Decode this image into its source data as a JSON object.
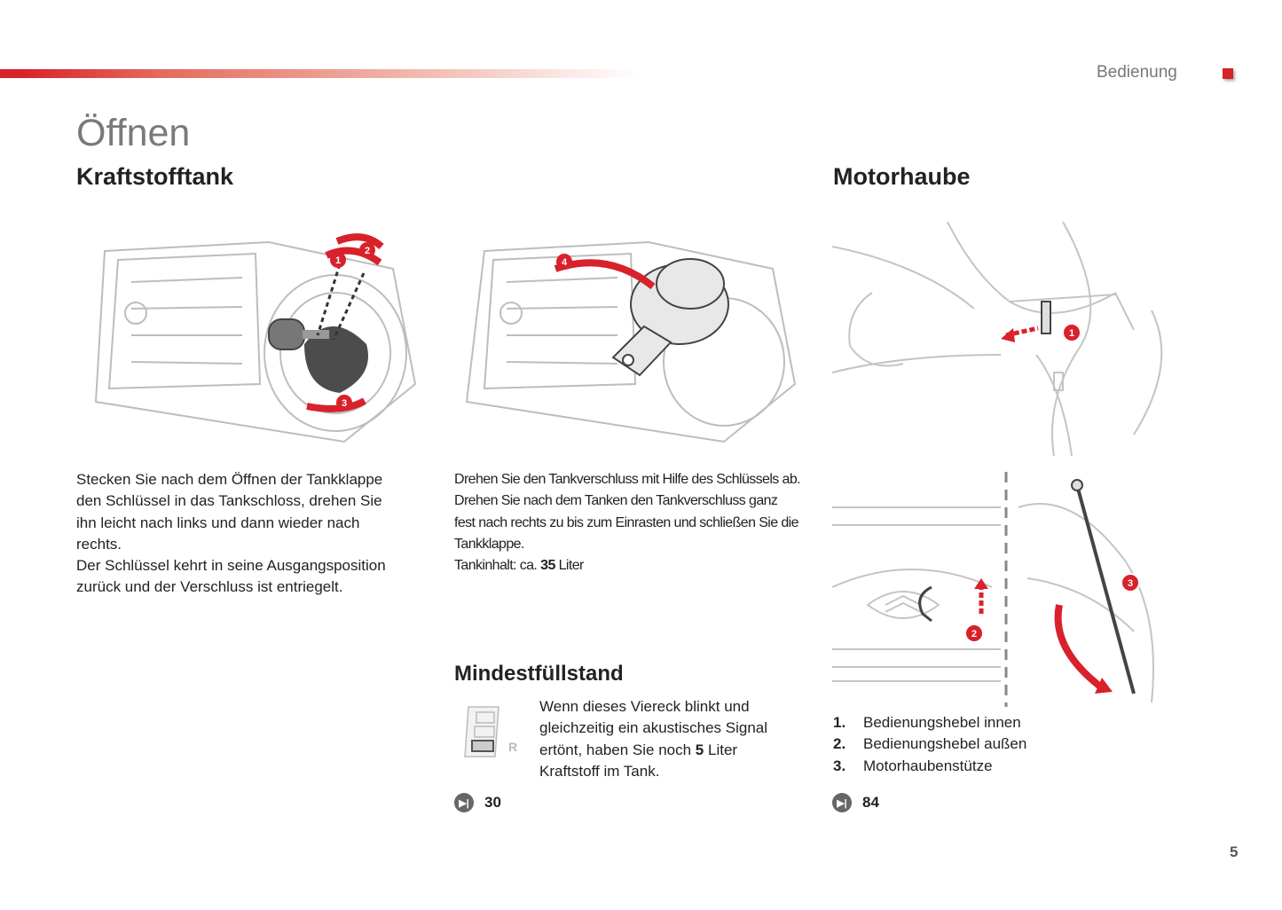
{
  "header": {
    "section_label": "Bedienung",
    "accent_color": "#d8212a"
  },
  "page_title": "Öffnen",
  "fuel_tank": {
    "heading": "Kraftstofftank",
    "illustration_1": {
      "callouts": [
        "1",
        "2",
        "3"
      ]
    },
    "illustration_2": {
      "callouts": [
        "4"
      ]
    },
    "paragraph_left_lines": [
      "Stecken Sie nach dem Öffnen der Tankklappe",
      "den Schlüssel in das Tankschloss, drehen Sie",
      "ihn leicht nach links und dann wieder nach",
      "rechts.",
      "Der Schlüssel kehrt in seine Ausgangsposition",
      "zurück und der Verschluss ist entriegelt."
    ],
    "paragraph_middle_lines": [
      "Drehen Sie den Tankverschluss mit Hilfe des Schlüssels ab.",
      "Drehen Sie nach dem Tanken den Tankverschluss ganz",
      "fest nach rechts zu bis zum Einrasten und schließen Sie die",
      "Tankklappe."
    ],
    "capacity": {
      "prefix": "Tankinhalt: ca. ",
      "value": "35",
      "unit": " Liter"
    }
  },
  "min_level": {
    "heading": "Mindestfüllstand",
    "gauge_icon": "fuel-gauge-icon",
    "gauge_letter": "R",
    "text_line1": "Wenn dieses Viereck blinkt und",
    "text_line2": "gleichzeitig ein akustisches Signal",
    "text_line3_prefix": "ertönt, haben Sie noch ",
    "text_line3_value": "5",
    "text_line3_suffix": " Liter",
    "text_line4": "Kraftstoff im Tank.",
    "reference": {
      "icon": "page-reference-icon",
      "page": "30"
    }
  },
  "hood": {
    "heading": "Motorhaube",
    "illustration_top": {
      "callouts": [
        "1"
      ]
    },
    "illustration_bottom": {
      "callouts": [
        "2",
        "3"
      ]
    },
    "items": [
      {
        "number": "1.",
        "label": "Bedienungshebel innen"
      },
      {
        "number": "2.",
        "label": "Bedienungshebel außen"
      },
      {
        "number": "3.",
        "label": "Motorhaubenstütze"
      }
    ],
    "reference": {
      "icon": "page-reference-icon",
      "page": "84"
    }
  },
  "page_number": "5"
}
